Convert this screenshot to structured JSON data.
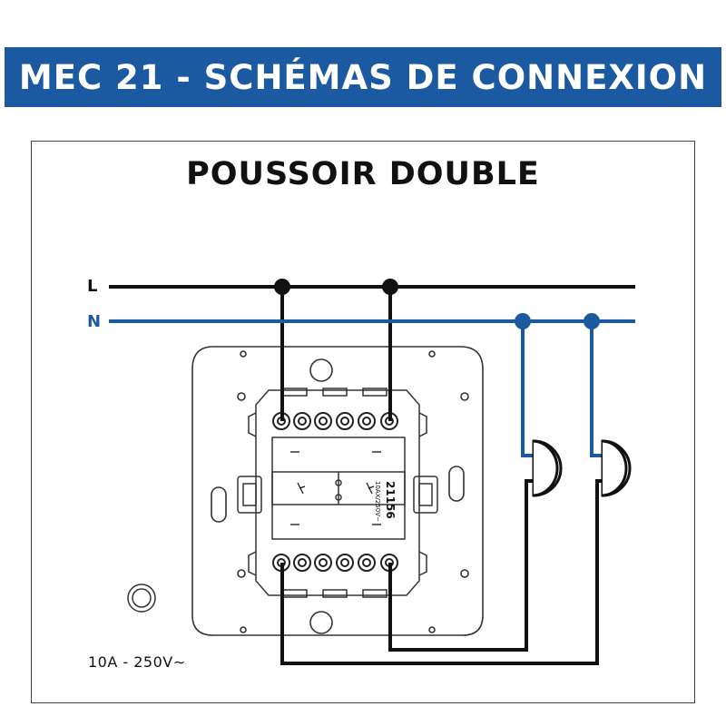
{
  "header": {
    "title": "MEC 21 - SCHÉMAS DE CONNEXION"
  },
  "diagram": {
    "title": "POUSSOIR DOUBLE",
    "line_label": "L",
    "neutral_label": "N",
    "device_code": "21156",
    "device_rating_small": "10AX/250V~",
    "rating": "10A - 250V∼",
    "colors": {
      "phase": "#111111",
      "neutral": "#1b5aa0",
      "banner": "#1b5aa0"
    }
  }
}
